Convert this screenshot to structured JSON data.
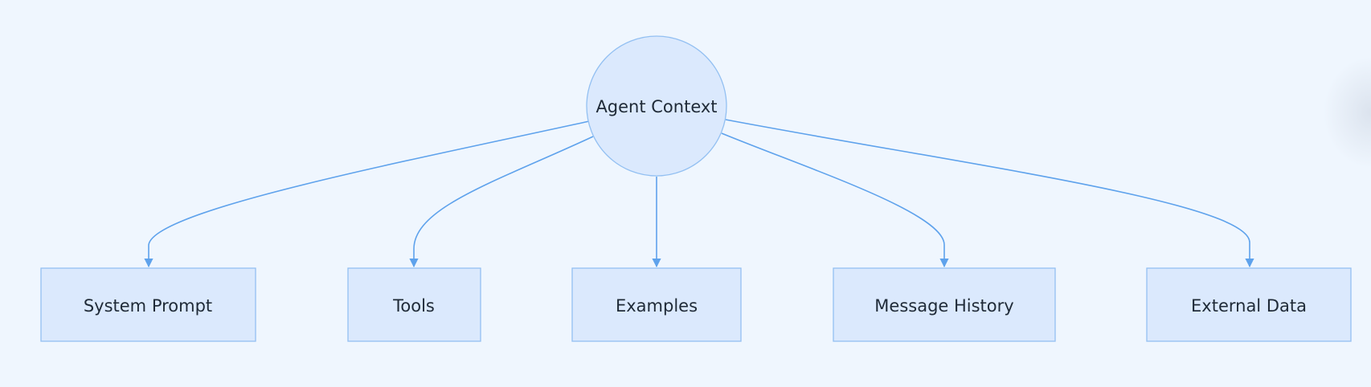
{
  "diagram": {
    "center": {
      "label": "Agent Context"
    },
    "nodes": [
      {
        "label": "System Prompt"
      },
      {
        "label": "Tools"
      },
      {
        "label": "Examples"
      },
      {
        "label": "Message History"
      },
      {
        "label": "External Data"
      }
    ]
  },
  "colors": {
    "background": "#eff6fe",
    "node_fill": "#dbe9fd",
    "node_stroke": "#93c0f2",
    "edge": "#5ea2ec",
    "text": "#1f2a37"
  }
}
